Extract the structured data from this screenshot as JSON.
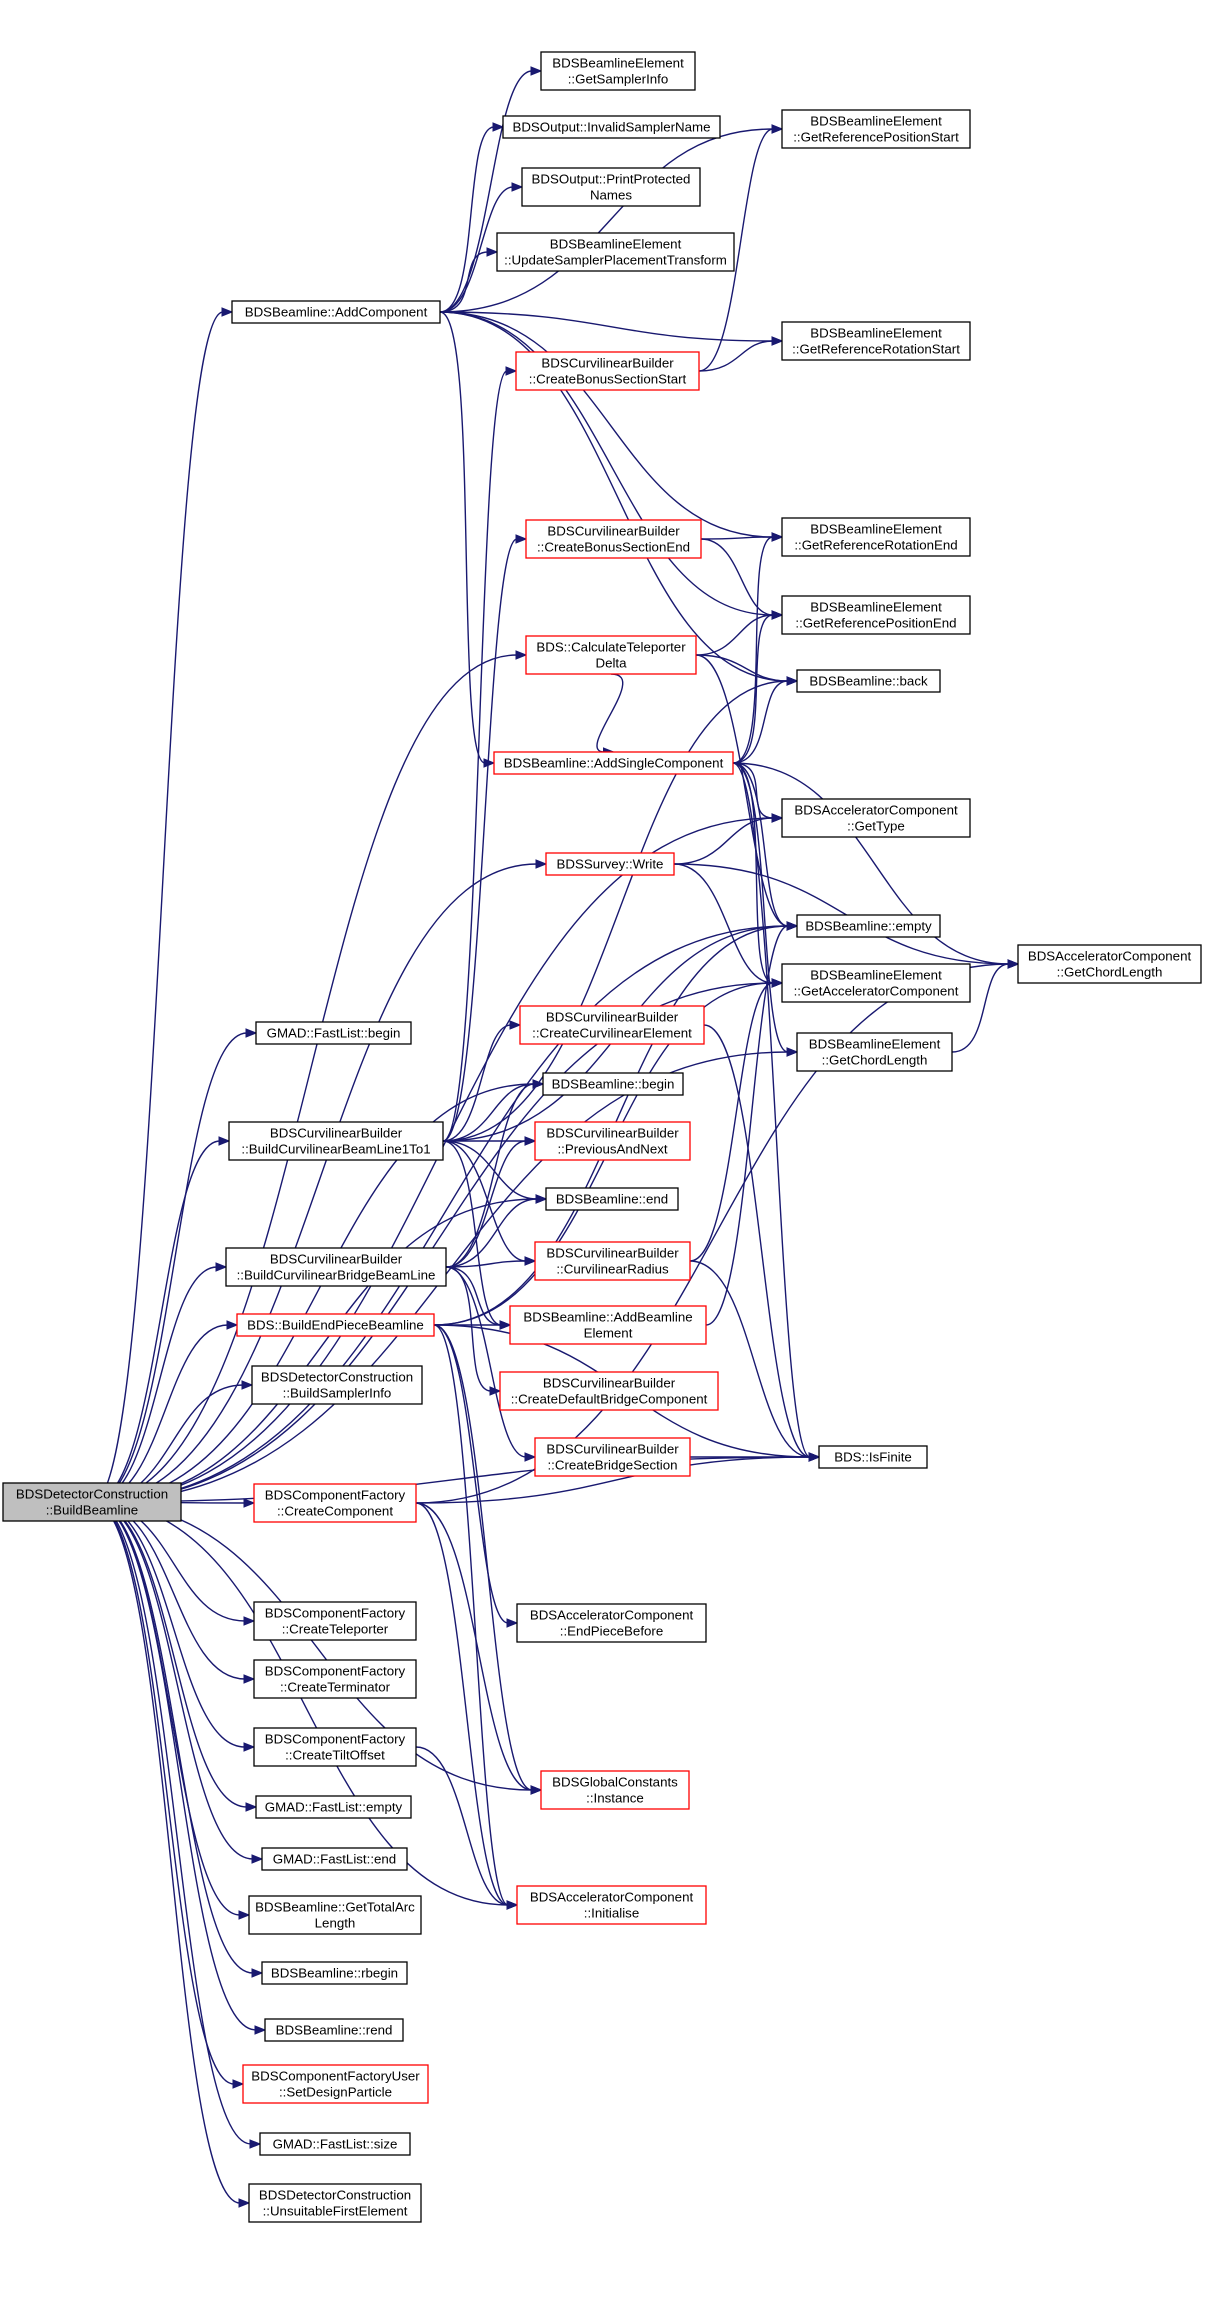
{
  "colors": {
    "edge": "#191970",
    "node_border": "#000000",
    "node_border_truncated": "#ff0000",
    "root_fill": "#bfbfbf"
  },
  "nodes": [
    {
      "id": "root",
      "lines": [
        "BDSDetectorConstruction",
        "::BuildBeamline"
      ],
      "style": "root"
    },
    {
      "id": "addComp",
      "lines": [
        "BDSBeamline::AddComponent"
      ],
      "style": "normal"
    },
    {
      "id": "getSampler",
      "lines": [
        "BDSBeamlineElement",
        "::GetSamplerInfo"
      ],
      "style": "normal"
    },
    {
      "id": "invalidSampler",
      "lines": [
        "BDSOutput::InvalidSamplerName"
      ],
      "style": "normal"
    },
    {
      "id": "printProt",
      "lines": [
        "BDSOutput::PrintProtected",
        "Names"
      ],
      "style": "normal"
    },
    {
      "id": "updSampler",
      "lines": [
        "BDSBeamlineElement",
        "::UpdateSamplerPlacementTransform"
      ],
      "style": "normal"
    },
    {
      "id": "bonusStart",
      "lines": [
        "BDSCurvilinearBuilder",
        "::CreateBonusSectionStart"
      ],
      "style": "red"
    },
    {
      "id": "bonusEnd",
      "lines": [
        "BDSCurvilinearBuilder",
        "::CreateBonusSectionEnd"
      ],
      "style": "red"
    },
    {
      "id": "calcTele",
      "lines": [
        "BDS::CalculateTeleporter",
        "Delta"
      ],
      "style": "red"
    },
    {
      "id": "addSingle",
      "lines": [
        "BDSBeamline::AddSingleComponent"
      ],
      "style": "red"
    },
    {
      "id": "surveyWrite",
      "lines": [
        "BDSSurvey::Write"
      ],
      "style": "red"
    },
    {
      "id": "fastBegin",
      "lines": [
        "GMAD::FastList::begin"
      ],
      "style": "normal"
    },
    {
      "id": "createCurvElem",
      "lines": [
        "BDSCurvilinearBuilder",
        "::CreateCurvilinearElement"
      ],
      "style": "red"
    },
    {
      "id": "beamBegin",
      "lines": [
        "BDSBeamline::begin"
      ],
      "style": "normal"
    },
    {
      "id": "buildCurv",
      "lines": [
        "BDSCurvilinearBuilder",
        "::BuildCurvilinearBeamLine1To1"
      ],
      "style": "normal"
    },
    {
      "id": "prevNext",
      "lines": [
        "BDSCurvilinearBuilder",
        "::PreviousAndNext"
      ],
      "style": "red"
    },
    {
      "id": "beamEnd",
      "lines": [
        "BDSBeamline::end"
      ],
      "style": "normal"
    },
    {
      "id": "buildBridge",
      "lines": [
        "BDSCurvilinearBuilder",
        "::BuildCurvilinearBridgeBeamLine"
      ],
      "style": "normal"
    },
    {
      "id": "curvRadius",
      "lines": [
        "BDSCurvilinearBuilder",
        "::CurvilinearRadius"
      ],
      "style": "red"
    },
    {
      "id": "buildEnd",
      "lines": [
        "BDS::BuildEndPieceBeamline"
      ],
      "style": "red"
    },
    {
      "id": "addBeamElem",
      "lines": [
        "BDSBeamline::AddBeamline",
        "Element"
      ],
      "style": "red"
    },
    {
      "id": "defBridge",
      "lines": [
        "BDSCurvilinearBuilder",
        "::CreateDefaultBridgeComponent"
      ],
      "style": "red"
    },
    {
      "id": "buildSampInfo",
      "lines": [
        "BDSDetectorConstruction",
        "::BuildSamplerInfo"
      ],
      "style": "normal"
    },
    {
      "id": "createBridge",
      "lines": [
        "BDSCurvilinearBuilder",
        "::CreateBridgeSection"
      ],
      "style": "red"
    },
    {
      "id": "createComp",
      "lines": [
        "BDSComponentFactory",
        "::CreateComponent"
      ],
      "style": "red"
    },
    {
      "id": "endPieceBefore",
      "lines": [
        "BDSAcceleratorComponent",
        "::EndPieceBefore"
      ],
      "style": "normal"
    },
    {
      "id": "createTele",
      "lines": [
        "BDSComponentFactory",
        "::CreateTeleporter"
      ],
      "style": "normal"
    },
    {
      "id": "createTerm",
      "lines": [
        "BDSComponentFactory",
        "::CreateTerminator"
      ],
      "style": "normal"
    },
    {
      "id": "createTilt",
      "lines": [
        "BDSComponentFactory",
        "::CreateTiltOffset"
      ],
      "style": "normal"
    },
    {
      "id": "globalInst",
      "lines": [
        "BDSGlobalConstants",
        "::Instance"
      ],
      "style": "red"
    },
    {
      "id": "fastEmpty",
      "lines": [
        "GMAD::FastList::empty"
      ],
      "style": "normal"
    },
    {
      "id": "fastEnd",
      "lines": [
        "GMAD::FastList::end"
      ],
      "style": "normal"
    },
    {
      "id": "getTotalArc",
      "lines": [
        "BDSBeamline::GetTotalArc",
        "Length"
      ],
      "style": "normal"
    },
    {
      "id": "initialise",
      "lines": [
        "BDSAcceleratorComponent",
        "::Initialise"
      ],
      "style": "red"
    },
    {
      "id": "rbegin",
      "lines": [
        "BDSBeamline::rbegin"
      ],
      "style": "normal"
    },
    {
      "id": "rend",
      "lines": [
        "BDSBeamline::rend"
      ],
      "style": "normal"
    },
    {
      "id": "setDesign",
      "lines": [
        "BDSComponentFactoryUser",
        "::SetDesignParticle"
      ],
      "style": "red"
    },
    {
      "id": "fastSize",
      "lines": [
        "GMAD::FastList::size"
      ],
      "style": "normal"
    },
    {
      "id": "unsuitable",
      "lines": [
        "BDSDetectorConstruction",
        "::UnsuitableFirstElement"
      ],
      "style": "normal"
    },
    {
      "id": "refPosStart",
      "lines": [
        "BDSBeamlineElement",
        "::GetReferencePositionStart"
      ],
      "style": "normal"
    },
    {
      "id": "refRotStart",
      "lines": [
        "BDSBeamlineElement",
        "::GetReferenceRotationStart"
      ],
      "style": "normal"
    },
    {
      "id": "refRotEnd",
      "lines": [
        "BDSBeamlineElement",
        "::GetReferenceRotationEnd"
      ],
      "style": "normal"
    },
    {
      "id": "refPosEnd",
      "lines": [
        "BDSBeamlineElement",
        "::GetReferencePositionEnd"
      ],
      "style": "normal"
    },
    {
      "id": "back",
      "lines": [
        "BDSBeamline::back"
      ],
      "style": "normal"
    },
    {
      "id": "getType",
      "lines": [
        "BDSAcceleratorComponent",
        "::GetType"
      ],
      "style": "normal"
    },
    {
      "id": "beamEmpty",
      "lines": [
        "BDSBeamline::empty"
      ],
      "style": "normal"
    },
    {
      "id": "getAccComp",
      "lines": [
        "BDSBeamlineElement",
        "::GetAcceleratorComponent"
      ],
      "style": "normal"
    },
    {
      "id": "elemChord",
      "lines": [
        "BDSBeamlineElement",
        "::GetChordLength"
      ],
      "style": "normal"
    },
    {
      "id": "isFinite",
      "lines": [
        "BDS::IsFinite"
      ],
      "style": "normal"
    },
    {
      "id": "accChord",
      "lines": [
        "BDSAcceleratorComponent",
        "::GetChordLength"
      ],
      "style": "normal"
    }
  ],
  "edges": [
    [
      "root",
      "addComp"
    ],
    [
      "root",
      "calcTele"
    ],
    [
      "root",
      "getType"
    ],
    [
      "root",
      "surveyWrite"
    ],
    [
      "root",
      "beamEmpty"
    ],
    [
      "root",
      "fastBegin"
    ],
    [
      "root",
      "beamBegin"
    ],
    [
      "root",
      "buildCurv"
    ],
    [
      "root",
      "beamEnd"
    ],
    [
      "root",
      "buildBridge"
    ],
    [
      "root",
      "buildEnd"
    ],
    [
      "root",
      "buildSampInfo"
    ],
    [
      "root",
      "createComp"
    ],
    [
      "root",
      "createTele"
    ],
    [
      "root",
      "createTerm"
    ],
    [
      "root",
      "createTilt"
    ],
    [
      "root",
      "fastEmpty"
    ],
    [
      "root",
      "fastEnd"
    ],
    [
      "root",
      "getTotalArc"
    ],
    [
      "root",
      "rbegin"
    ],
    [
      "root",
      "rend"
    ],
    [
      "root",
      "setDesign"
    ],
    [
      "root",
      "fastSize"
    ],
    [
      "root",
      "unsuitable"
    ],
    [
      "root",
      "isFinite"
    ],
    [
      "root",
      "globalInst"
    ],
    [
      "root",
      "initialise"
    ],
    [
      "root",
      "getAccComp"
    ],
    [
      "root",
      "elemChord"
    ],
    [
      "addComp",
      "getSampler"
    ],
    [
      "addComp",
      "invalidSampler"
    ],
    [
      "addComp",
      "printProt"
    ],
    [
      "addComp",
      "updSampler"
    ],
    [
      "addComp",
      "refPosStart"
    ],
    [
      "addComp",
      "refRotStart"
    ],
    [
      "addComp",
      "refRotEnd"
    ],
    [
      "addComp",
      "refPosEnd"
    ],
    [
      "addComp",
      "back"
    ],
    [
      "addComp",
      "addSingle"
    ],
    [
      "bonusStart",
      "refPosStart"
    ],
    [
      "bonusStart",
      "refRotStart"
    ],
    [
      "bonusEnd",
      "refRotEnd"
    ],
    [
      "bonusEnd",
      "refPosEnd"
    ],
    [
      "calcTele",
      "refPosEnd"
    ],
    [
      "calcTele",
      "back"
    ],
    [
      "calcTele",
      "beamEmpty"
    ],
    [
      "addSingle",
      "refRotEnd"
    ],
    [
      "addSingle",
      "refPosEnd"
    ],
    [
      "addSingle",
      "back"
    ],
    [
      "addSingle",
      "getType"
    ],
    [
      "addSingle",
      "beamEmpty"
    ],
    [
      "addSingle",
      "getAccComp"
    ],
    [
      "addSingle",
      "elemChord"
    ],
    [
      "addSingle",
      "accChord"
    ],
    [
      "addSingle",
      "isFinite"
    ],
    [
      "surveyWrite",
      "getType"
    ],
    [
      "surveyWrite",
      "accChord"
    ],
    [
      "surveyWrite",
      "getAccComp"
    ],
    [
      "createCurvElem",
      "isFinite"
    ],
    [
      "buildCurv",
      "bonusStart"
    ],
    [
      "buildCurv",
      "bonusEnd"
    ],
    [
      "buildCurv",
      "createCurvElem"
    ],
    [
      "buildCurv",
      "beamBegin"
    ],
    [
      "buildCurv",
      "prevNext"
    ],
    [
      "buildCurv",
      "beamEnd"
    ],
    [
      "buildCurv",
      "curvRadius"
    ],
    [
      "buildCurv",
      "addBeamElem"
    ],
    [
      "buildCurv",
      "back"
    ],
    [
      "buildCurv",
      "beamEmpty"
    ],
    [
      "buildBridge",
      "beamBegin"
    ],
    [
      "buildBridge",
      "prevNext"
    ],
    [
      "buildBridge",
      "beamEnd"
    ],
    [
      "buildBridge",
      "curvRadius"
    ],
    [
      "buildBridge",
      "addBeamElem"
    ],
    [
      "buildBridge",
      "defBridge"
    ],
    [
      "buildBridge",
      "createBridge"
    ],
    [
      "buildEnd",
      "addBeamElem"
    ],
    [
      "buildEnd",
      "endPieceBefore"
    ],
    [
      "buildEnd",
      "globalInst"
    ],
    [
      "buildEnd",
      "initialise"
    ],
    [
      "buildEnd",
      "beamEmpty"
    ],
    [
      "buildEnd",
      "getAccComp"
    ],
    [
      "buildEnd",
      "isFinite"
    ],
    [
      "curvRadius",
      "isFinite"
    ],
    [
      "curvRadius",
      "getAccComp"
    ],
    [
      "createBridge",
      "isFinite"
    ],
    [
      "createComp",
      "globalInst"
    ],
    [
      "createComp",
      "initialise"
    ],
    [
      "createComp",
      "isFinite"
    ],
    [
      "createComp",
      "accChord"
    ],
    [
      "createTilt",
      "initialise"
    ],
    [
      "elemChord",
      "accChord"
    ],
    [
      "addBeamElem",
      "beamEmpty"
    ],
    [
      "calcTele",
      "addSingle"
    ]
  ]
}
